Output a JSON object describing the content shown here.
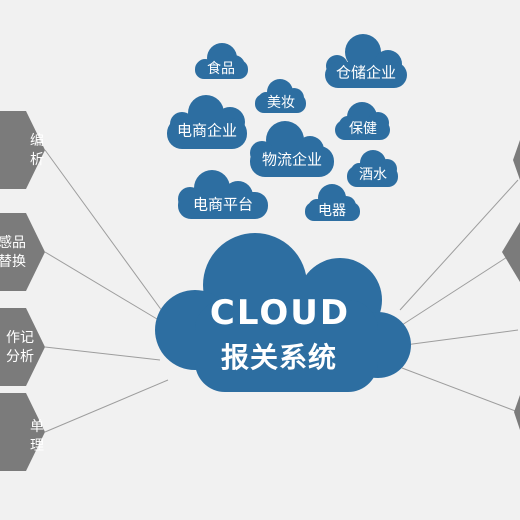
{
  "center": {
    "title": "CLOUD",
    "subtitle": "报关系统"
  },
  "small_clouds": [
    "食品",
    "仓储企业",
    "美妆",
    "电商企业",
    "保健",
    "物流企业",
    "酒水",
    "电商平台",
    "电器"
  ],
  "left_nodes": [
    {
      "line1": "编",
      "line2": "析"
    },
    {
      "line1": "感品",
      "line2": "替换"
    },
    {
      "line1": "作记",
      "line2": "分析"
    },
    {
      "line1": "单",
      "line2": "理"
    }
  ],
  "colors": {
    "cloud": "#2d6ea1",
    "hexagon": "#7b7b7b",
    "line": "#9d9d9d",
    "background": "#f1f1f1"
  }
}
